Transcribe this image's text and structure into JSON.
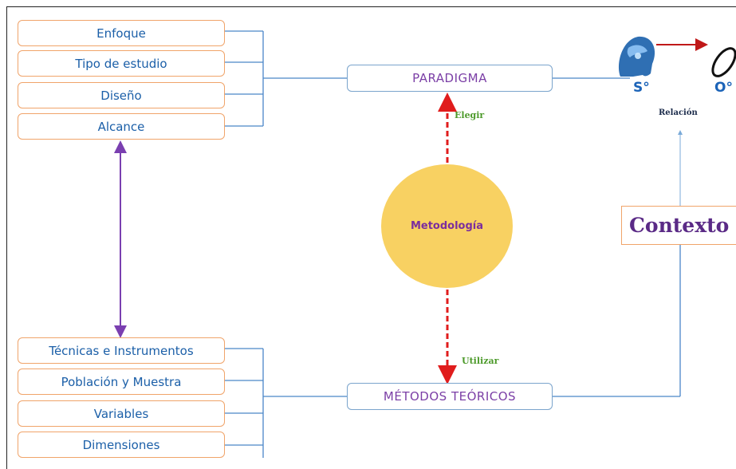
{
  "left_top_boxes": [
    {
      "label": "Enfoque"
    },
    {
      "label": "Tipo de estudio"
    },
    {
      "label": "Diseño"
    },
    {
      "label": "Alcance"
    }
  ],
  "left_bottom_boxes": [
    {
      "label": "Técnicas e Instrumentos"
    },
    {
      "label": "Población y Muestra"
    },
    {
      "label": "Variables"
    },
    {
      "label": "Dimensiones"
    }
  ],
  "paradigma": "PARADIGMA",
  "metodos": "MÉTODOS TEÓRICOS",
  "center": "Metodología",
  "elegir": "Elegir",
  "utilizar": "Utilizar",
  "contexto": "Contexto",
  "subject": "S°",
  "object": "O°",
  "relacion": "Relación",
  "colors": {
    "box_border": "#f0a46a",
    "box_text": "#1b5fa8",
    "connector": "#4a86c8",
    "center_fill": "#f8d162",
    "arrow_red": "#e01c1c",
    "arrow_purple": "#7a3fb0"
  },
  "icons": [
    "head-icon",
    "red-arrow-icon",
    "object-icon"
  ]
}
